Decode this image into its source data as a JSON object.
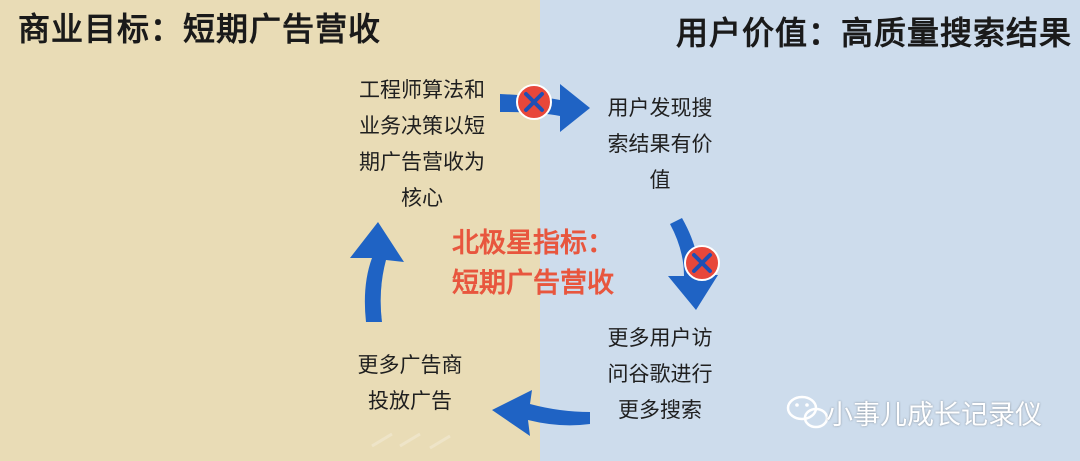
{
  "header": {
    "left_title": "商业目标：短期广告营收",
    "right_title": "用户价值：高质量搜索结果"
  },
  "nodes": {
    "top_left": "工程师算法和\n业务决策以短\n期广告营收为\n核心",
    "top_right": "用户发现搜\n索结果有价\n值",
    "bottom_right": "更多用户访\n问谷歌进行\n更多搜索",
    "bottom_left": "更多广告商\n投放广告"
  },
  "center": {
    "north_star": "北极星指标：\n短期广告营收"
  },
  "watermark": {
    "text": "小事儿成长记录仪",
    "icon": "wechat-icon"
  },
  "colors": {
    "left_bg": "#e9dcb6",
    "right_bg": "#cddcec",
    "arrow": "#1f63c4",
    "block_marker": "#e8473a",
    "north_star": "#e8563e"
  }
}
